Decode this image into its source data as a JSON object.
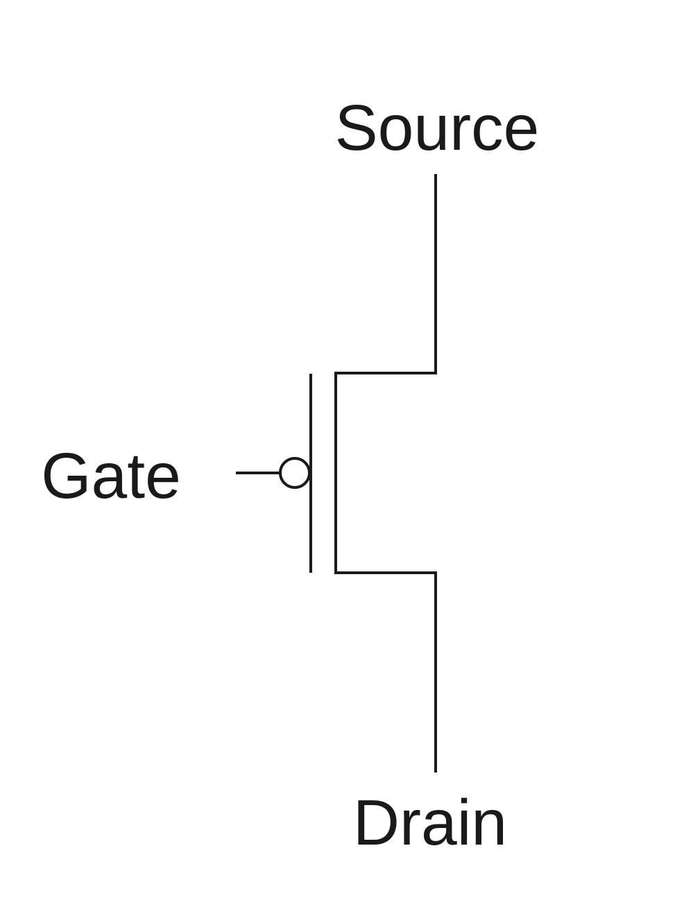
{
  "diagram": {
    "labels": {
      "source": "Source",
      "gate": "Gate",
      "drain": "Drain"
    },
    "colors": {
      "stroke": "#1a1a1a",
      "text": "#1a1a1a",
      "background": "#ffffff"
    }
  }
}
